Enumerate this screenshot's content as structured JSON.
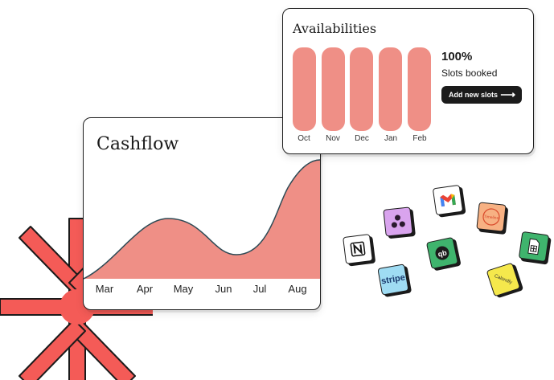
{
  "cashflow": {
    "title": "Cashflow",
    "months": [
      "Mar",
      "Apr",
      "May",
      "Jun",
      "Jul",
      "Aug"
    ]
  },
  "availabilities": {
    "title": "Availabilities",
    "months": [
      "Oct",
      "Nov",
      "Dec",
      "Jan",
      "Feb"
    ],
    "percent": "100%",
    "status": "Slots booked",
    "button_label": "Add new slots"
  },
  "apps": {
    "stripe": "stripe",
    "calendly": "Calendly",
    "timeline": "Timeline"
  },
  "colors": {
    "accent": "#ef8f86",
    "star": "#f45b57",
    "dark": "#1b1b1b"
  },
  "icons": [
    "asana-icon",
    "gmail-icon",
    "timeline-icon",
    "notion-icon",
    "quickbooks-icon",
    "google-sheets-icon",
    "stripe-icon",
    "calendly-icon",
    "asterisk-star-icon",
    "arrow-right-icon"
  ]
}
